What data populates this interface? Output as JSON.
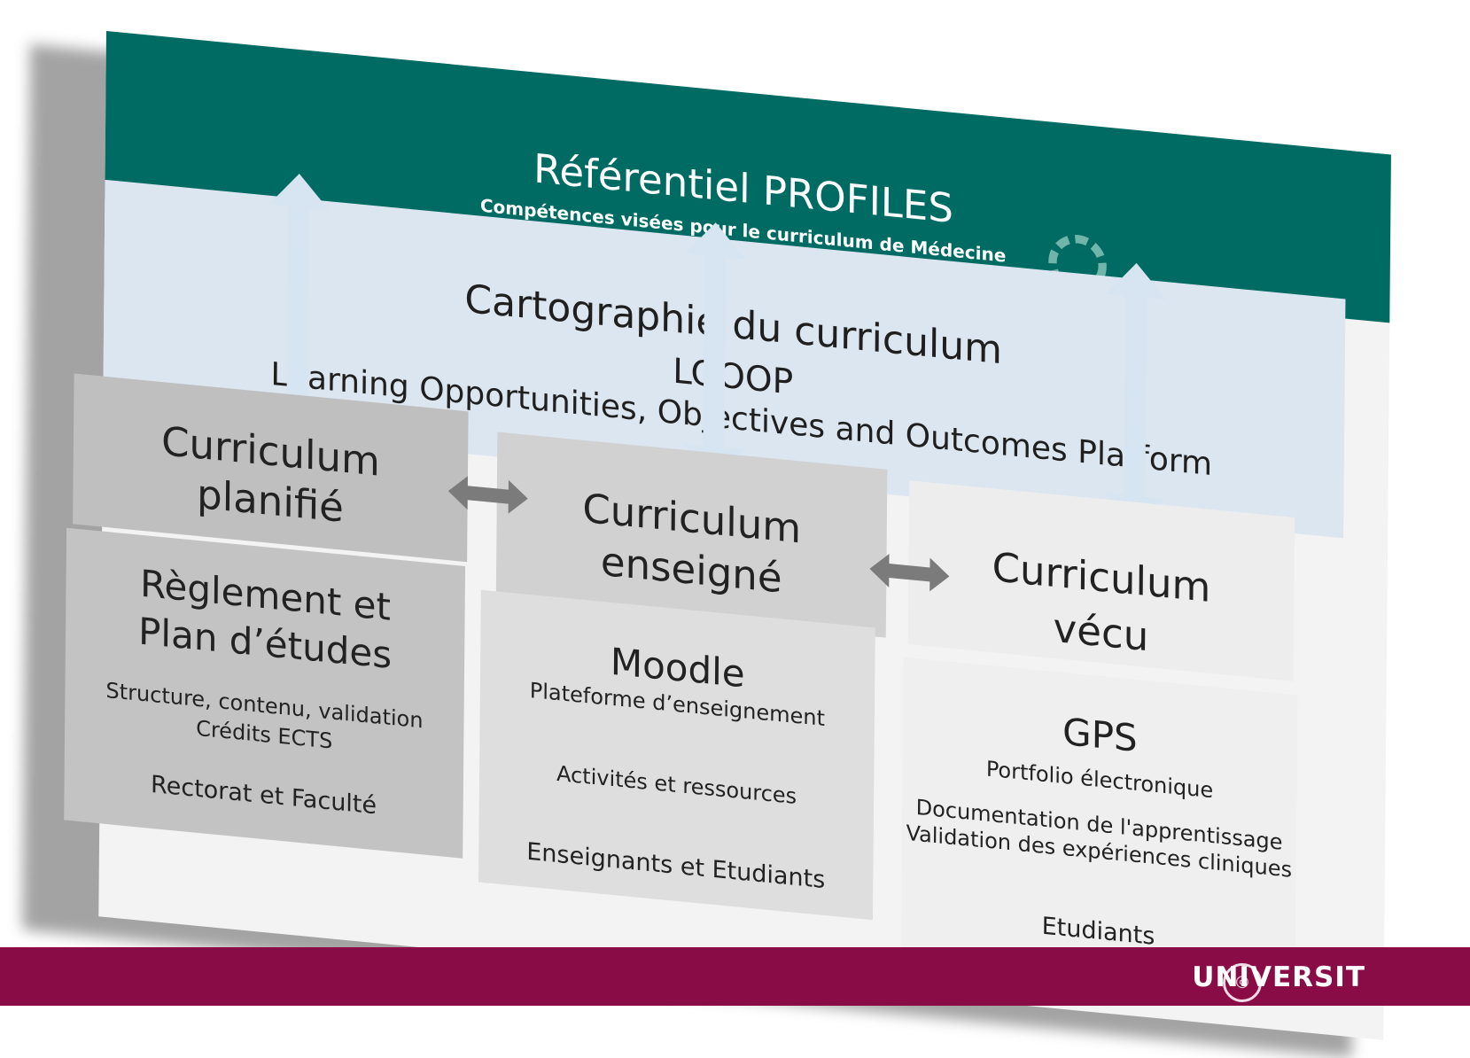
{
  "header": {
    "partial_title": "",
    "bottom_partial_caption": "",
    "university_label": "UNIVERSIT"
  },
  "diagram": {
    "profiles": {
      "title": "Référentiel PROFILES",
      "subtitle": "Compétences visées pour le curriculum de Médecine"
    },
    "looop": {
      "title": "Cartographie du curriculum",
      "subtitle": "LOOOP",
      "description": "Learning Opportunities, Objectives and Outcomes Platform"
    },
    "curricula": [
      {
        "line1": "Curriculum",
        "line2": "planifié"
      },
      {
        "line1": "Curriculum",
        "line2": "enseigné"
      },
      {
        "line1": "Curriculum",
        "line2": "vécu"
      }
    ],
    "details": {
      "reglement": {
        "title1": "Règlement et",
        "title2": "Plan d’études",
        "line1": "Structure, contenu, validation",
        "line2": "Crédits ECTS",
        "line3": "Rectorat et Faculté"
      },
      "moodle": {
        "title": "Moodle",
        "line1": "Plateforme d’enseignement",
        "line2": "Activités et ressources",
        "line3": "Enseignants et Etudiants"
      },
      "gps": {
        "title": "GPS",
        "line1": "Portfolio électronique",
        "line2": "Documentation de l'apprentissage",
        "line3": "Validation des expériences cliniques",
        "line4": "Etudiants"
      }
    },
    "colors": {
      "top_band": "#006b62",
      "blue_band": "#dbe6f1",
      "bottom_band": "#8a0c47"
    }
  }
}
